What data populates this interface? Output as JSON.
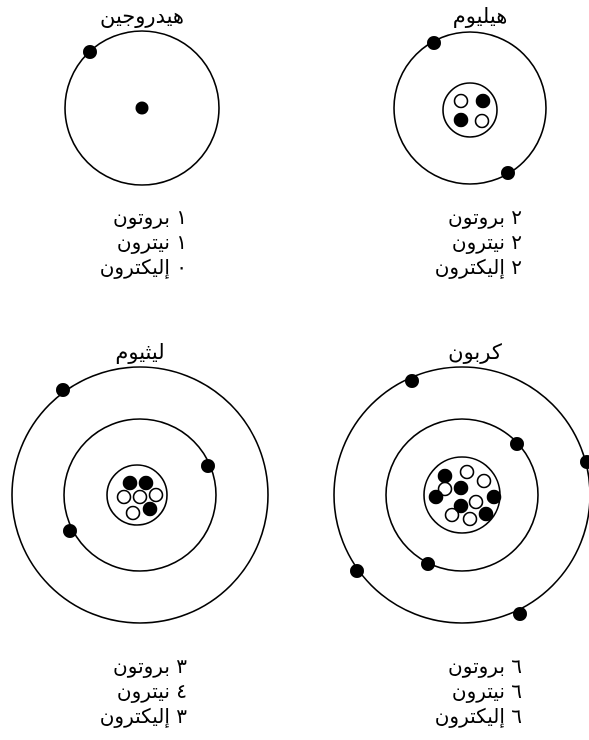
{
  "atoms": {
    "hydrogen": {
      "name": "هيدروجين",
      "protons": "١ بروتون",
      "neutrons": "١ نيترون",
      "electrons": "٠ إليكترون"
    },
    "helium": {
      "name": "هيليوم",
      "protons": "٢ بروتون",
      "neutrons": "٢ نيترون",
      "electrons": "٢ إليكترون"
    },
    "lithium": {
      "name": "ليثيوم",
      "protons": "٣ بروتون",
      "neutrons": "٤ نيترون",
      "electrons": "٣ إليكترون"
    },
    "carbon": {
      "name": "كربون",
      "protons": "٦ بروتون",
      "neutrons": "٦ نيترون",
      "electrons": "٦ إليكترون"
    }
  },
  "colors": {
    "ink": "#000000",
    "neutron_fill": "#ffffff",
    "proton_fill": "#000000",
    "background": "#ffffff"
  }
}
